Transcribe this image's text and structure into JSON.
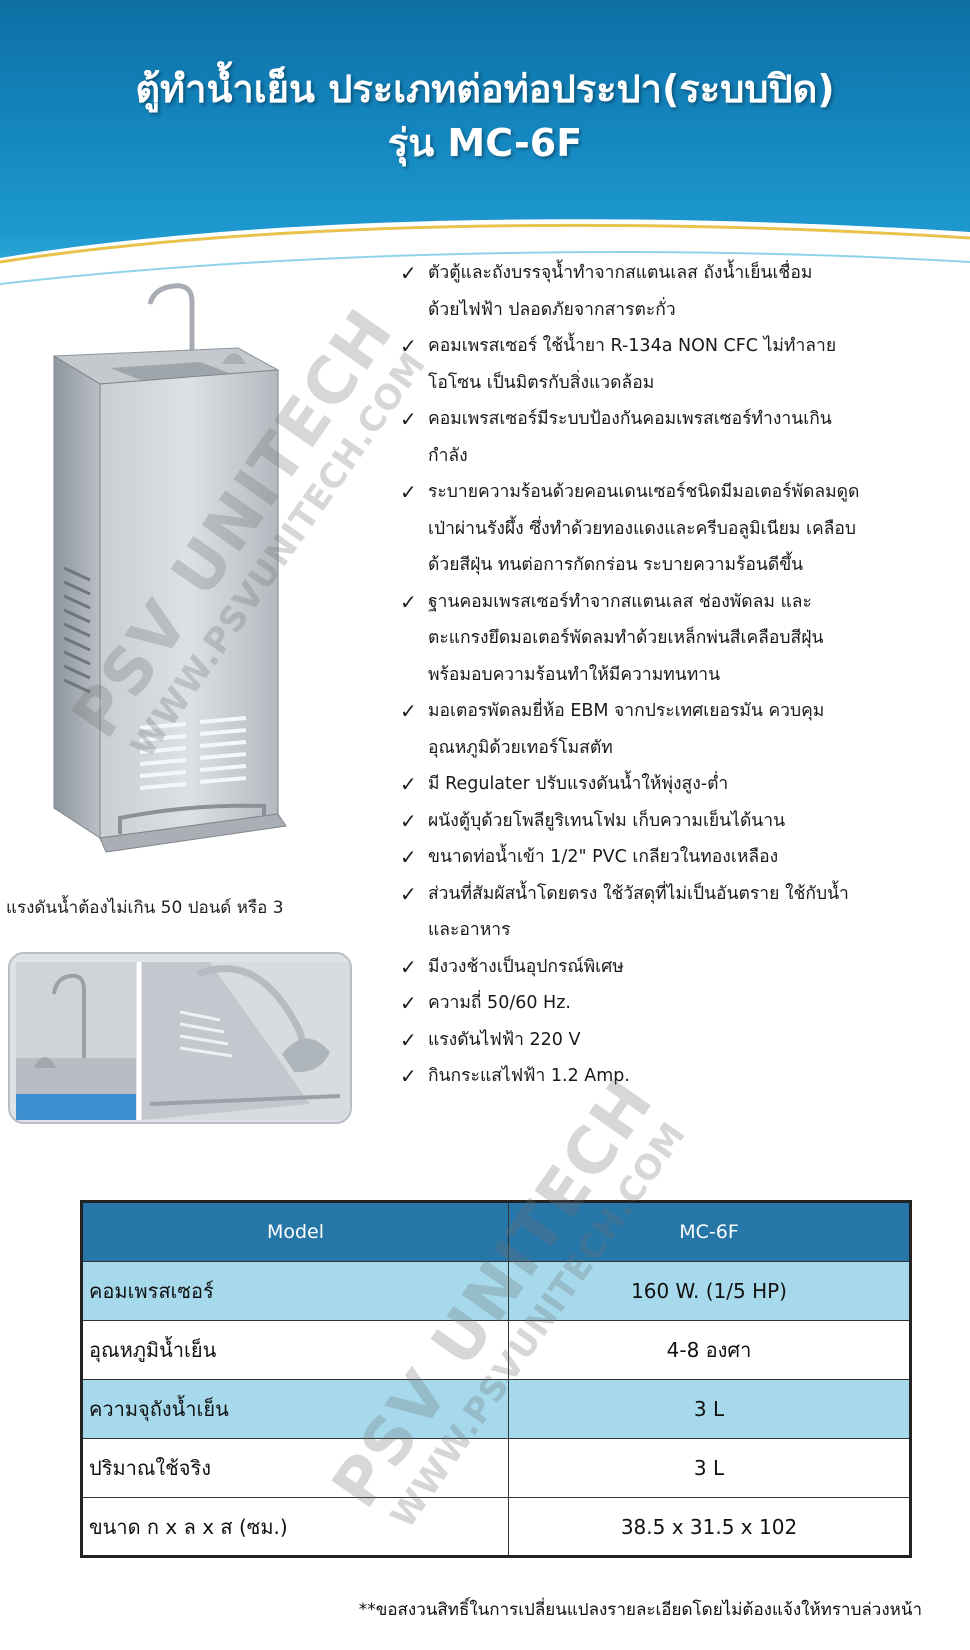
{
  "header": {
    "title_line1": "ตู้ทำน้ำเย็น ประเภทต่อท่อประปา(ระบบปิด)",
    "title_line2": "รุ่น MC-6F"
  },
  "watermark": {
    "brand": "PSV UNITECH",
    "url": "WWW.PSVUNITECH.COM"
  },
  "pressure_note": "แรงดันน้ำต้องไม่เกิน 50 ปอนด์ หรือ 3",
  "features": [
    "ตัวตู้และถังบรรจุน้ำทำจากสแตนเลส  ถังน้ำเย็นเชื่อม",
    "ด้วยไฟฟ้า ปลอดภัยจากสารตะกั่ว",
    "คอมเพรสเซอร์ ใช้น้ำยา R-134a NON CFC ไม่ทำลาย",
    "โอโซน เป็นมิตรกับสิ่งแวดล้อม",
    "คอมเพรสเซอร์มีระบบป้องกันคอมเพรสเซอร์ทำงานเกิน",
    "กำลัง",
    "ระบายความร้อนด้วยคอนเดนเซอร์ชนิดมีมอเตอร์พัดลมดูด",
    "เป่าผ่านรังผึ้ง ซึ่งทำด้วยทองแดงและครีบอลูมิเนียม เคลือบ",
    "ด้วยสีฝุ่น ทนต่อการกัดกร่อน ระบายความร้อนดีขึ้น",
    "ฐานคอมเพรสเซอร์ทำจากสแตนเลส ช่องพัดลม และ",
    "ตะแกรงยึดมอเตอร์พัดลมทำด้วยเหล็กพ่นสีเคลือบสีฝุ่น",
    "พร้อมอบความร้อนทำให้มีความทนทาน",
    "มอเตอรพัดลมยี่ห้อ EBM จากประเทศเยอรมัน ควบคุม",
    "อุณหภูมิด้วยเทอร์โมสตัท",
    "มี Regulater ปรับแรงดันน้ำให้พุ่งสูง-ต่ำ",
    "ผนังตู้บุด้วยโพลียูริเทนโฟม เก็บความเย็นได้นาน",
    "ขนาดท่อน้ำเข้า  1/2\" PVC เกลียวในทองเหลือง",
    "ส่วนที่สัมผัสน้ำโดยตรง ใช้วัสดุที่ไม่เป็นอันตราย ใช้กับน้ำ",
    "และอาหาร",
    "มีงวงช้างเป็นอุปกรณ์พิเศษ",
    "ความถี่  50/60 Hz.",
    "แรงดันไฟฟ้า  220 V",
    "กินกระแสไฟฟ้า  1.2 Amp."
  ],
  "feature_bullet_flags": [
    true,
    false,
    true,
    false,
    true,
    false,
    true,
    false,
    false,
    true,
    false,
    false,
    true,
    false,
    true,
    true,
    true,
    true,
    false,
    true,
    true,
    true,
    true
  ],
  "check_mark": "✓",
  "table": {
    "header": [
      "Model",
      "MC-6F"
    ],
    "rows": [
      [
        "คอมเพรสเซอร์",
        "160 W. (1/5 HP)"
      ],
      [
        "อุณหภูมิน้ำเย็น",
        "4-8 องศา"
      ],
      [
        "ความจุถังน้ำเย็น",
        "3 L"
      ],
      [
        "ปริมาณใช้จริง",
        "3 L"
      ],
      [
        "ขนาด ก x ล x ส (ซม.)",
        "38.5 x 31.5 x 102"
      ]
    ]
  },
  "disclaimer": "**ขอสงวนสิทธิ์ในการเปลี่ยนแปลงรายละเอียดโดยไม่ต้องแจ้งให้ทราบล่วงหน้า",
  "colors": {
    "header_blue": "#1486bf",
    "table_header": "#2776a8",
    "table_alt_row": "#a6d9ec",
    "wave_gold": "#e8c24a"
  }
}
